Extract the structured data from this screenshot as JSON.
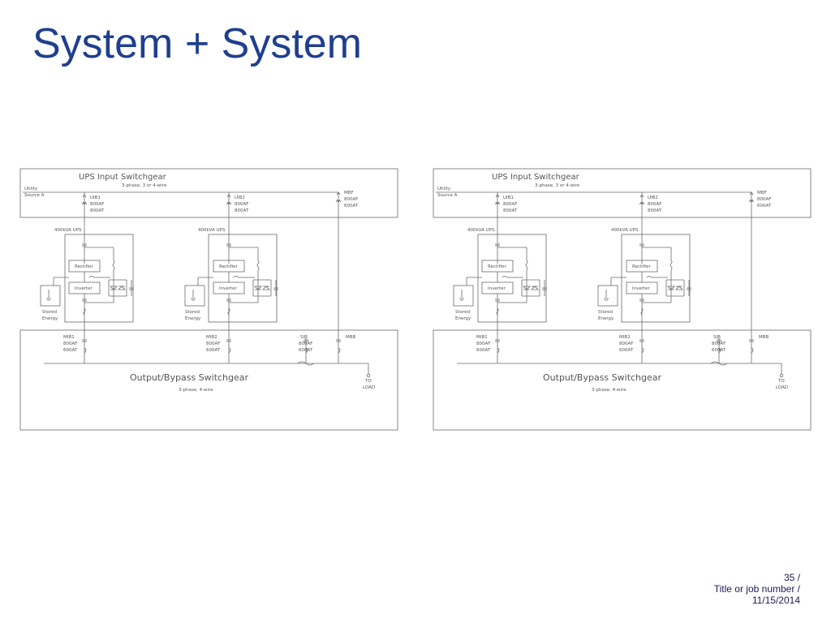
{
  "title": "System + System",
  "diagram": {
    "input_switchgear_title": "UPS Input Switchgear",
    "input_switchgear_sub": "3-phase, 3 or 4-wire",
    "utility_label_1": "Utility",
    "utility_label_2": "Source A",
    "uib1": [
      "UIB1",
      "800AF",
      "800AT"
    ],
    "uib2": [
      "UIB2",
      "800AF",
      "800AT"
    ],
    "mbf": [
      "MBF",
      "800AF",
      "600AT"
    ],
    "ups1_label": "400kVA UPS",
    "ups2_label": "400kVA UPS",
    "rectifier": "Rectifier",
    "inverter": "Inverter",
    "stored_energy_1": "Stored",
    "stored_energy_2": "Energy",
    "mib1": [
      "MIB1",
      "800AF",
      "600AT"
    ],
    "mib2": [
      "MIB2",
      "800AF",
      "600AT"
    ],
    "sib": [
      "SIB",
      "800AF",
      "600AT"
    ],
    "mbb": "MBB",
    "output_switchgear_title": "Output/Bypass Switchgear",
    "output_switchgear_sub": "3-phase, 4-wire",
    "to_load_1": "TO",
    "to_load_2": "LOAD"
  },
  "footer": {
    "page": "35 /",
    "job": "Title or job number /",
    "date": "11/15/2014"
  },
  "colors": {
    "title": "#1f3f8f",
    "line": "#6a6a6a",
    "footer": "#1a1a55"
  }
}
